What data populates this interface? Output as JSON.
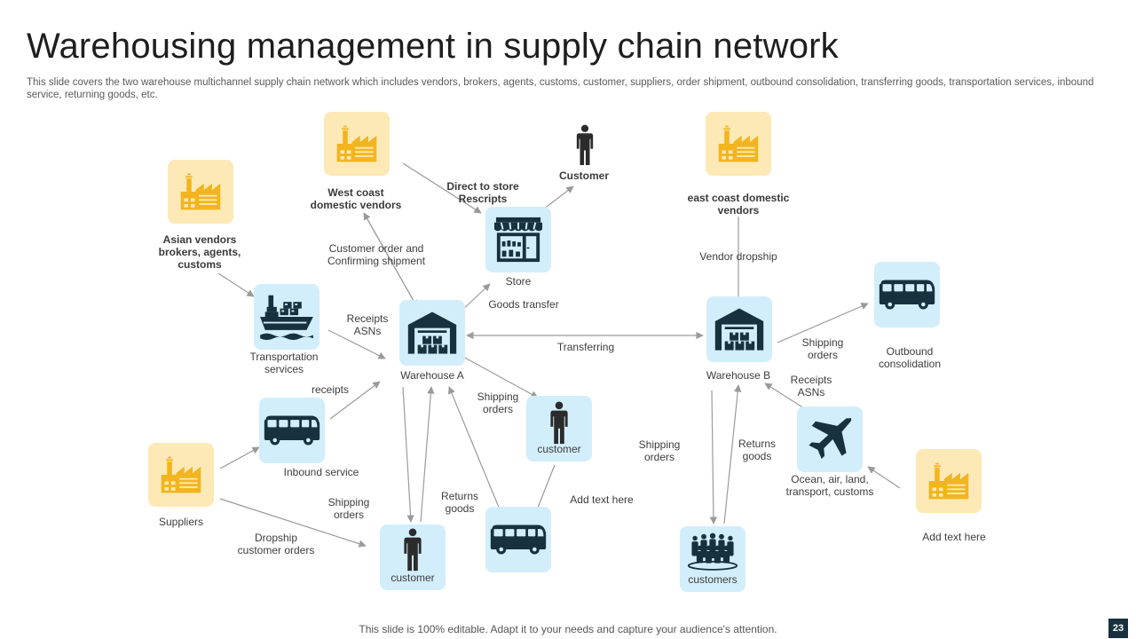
{
  "title": "Warehousing management in supply chain network",
  "subtitle": "This slide covers the two warehouse multichannel supply chain network which includes vendors, brokers, agents, customs, customer, suppliers, order shipment, outbound consolidation, transferring goods, transportation services, inbound service, returning goods, etc.",
  "footer": "This slide is 100% editable. Adapt it to your needs and capture your audience's attention.",
  "page_number": "23",
  "colors": {
    "vendor_tile": "#fde9b6",
    "node_tile": "#d3eefb",
    "icon_gold": "#f2b51f",
    "icon_dark": "#17313f",
    "arrow": "#9a9a9a"
  },
  "nodes": {
    "west_coast": "West coast\ndomestic vendors",
    "asian_vendors": "Asian vendors\nbrokers, agents,\ncustoms",
    "transportation": "Transportation\nservices",
    "inbound": "Inbound service",
    "suppliers": "Suppliers",
    "warehouse_a": "Warehouse A",
    "store": "Store",
    "customer_top": "Customer",
    "customer_mid": "customer",
    "customer_bottom": "customer",
    "east_coast": "east coast domestic\nvendors",
    "warehouse_b": "Warehouse B",
    "outbound": "Outbound\nconsolidation",
    "ocean": "Ocean, air, land,\ntransport, customs",
    "add_text_right": "Add text here",
    "customers": "customers"
  },
  "edge_labels": {
    "direct_to_store": "Direct to store\nRescripts",
    "customer_order": "Customer order and\nConfirming shipment",
    "goods_transfer": "Goods transfer",
    "receipts_asns_a": "Receipts\nASNs",
    "receipts": "receipts",
    "transferring": "Transferring",
    "shipping_orders_mid": "Shipping\norders",
    "shipping_orders_left": "Shipping\norders",
    "returns_goods_a": "Returns\ngoods",
    "add_text_mid": "Add text here",
    "dropship": "Dropship\ncustomer orders",
    "vendor_dropship": "Vendor dropship",
    "shipping_orders_outbound": "Shipping\norders",
    "receipts_asns_b": "Receipts\nASNs",
    "shipping_orders_b": "Shipping\norders",
    "returns_goods_b": "Returns\ngoods"
  },
  "icons": {
    "vendor": "factory-icon",
    "ship": "cargo-ship-icon",
    "bus": "van-icon",
    "warehouse": "warehouse-icon",
    "store": "store-icon",
    "person": "person-icon",
    "plane": "airplane-icon",
    "group": "people-group-icon"
  }
}
